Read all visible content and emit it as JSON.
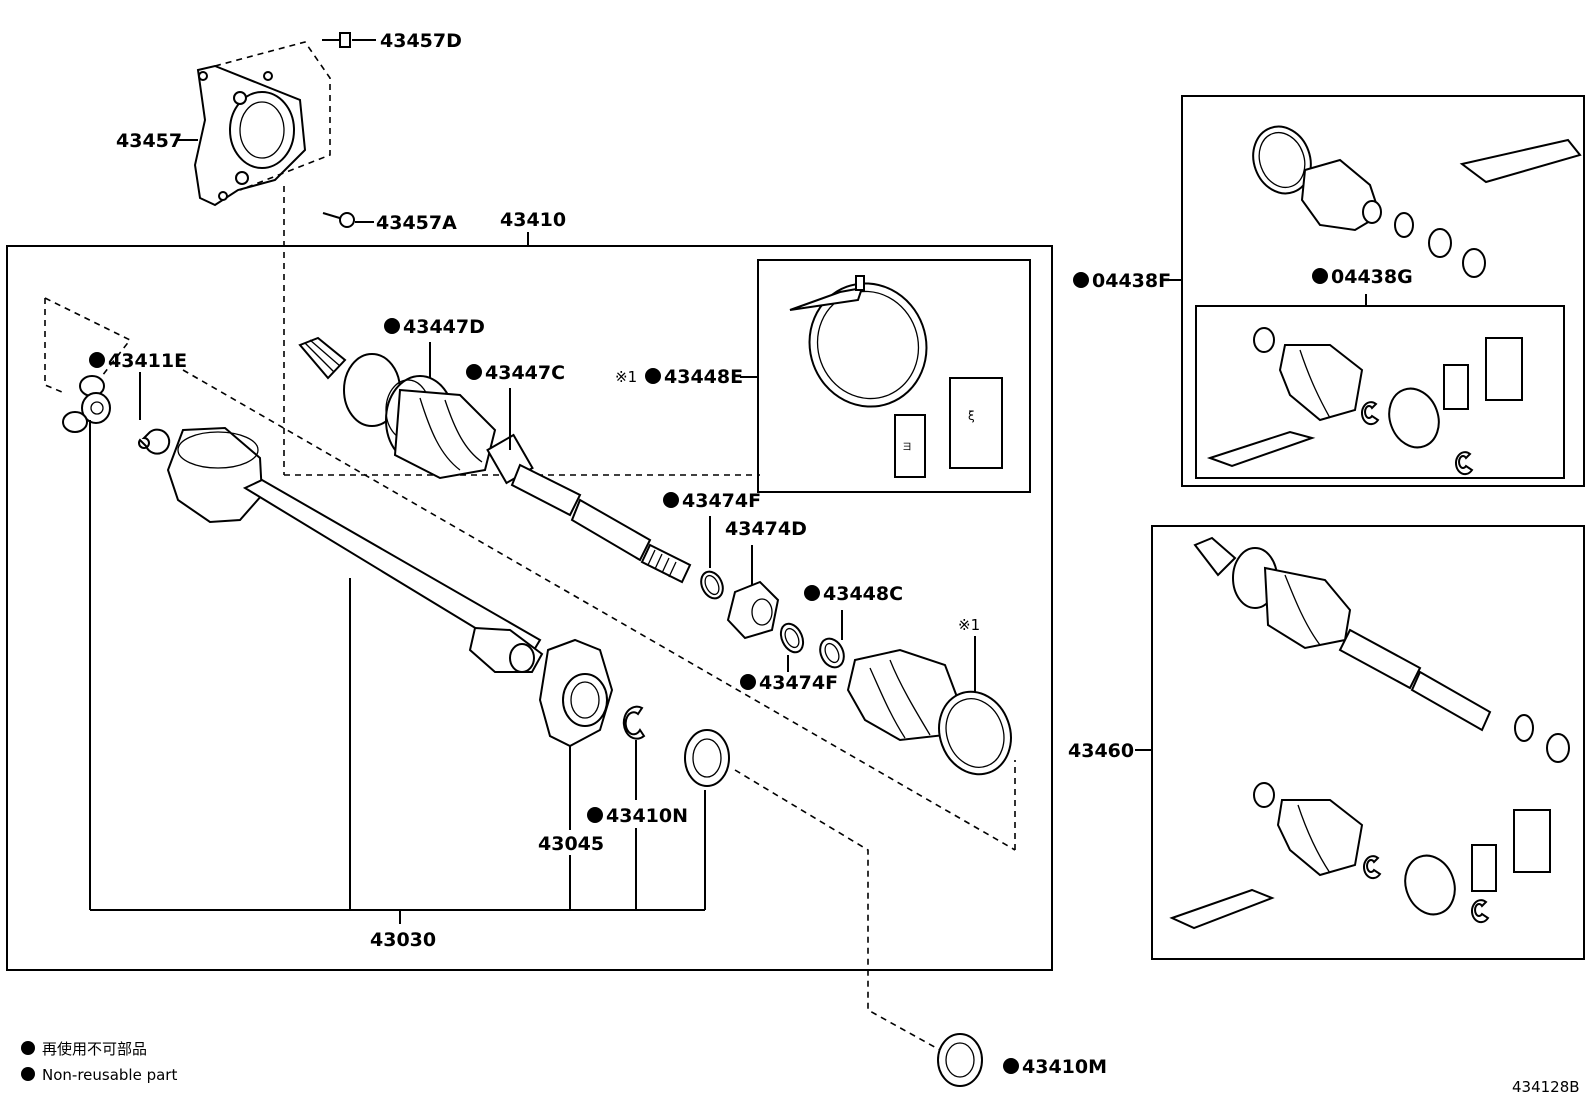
{
  "labels": {
    "p43457D": "43457D",
    "p43457": "43457",
    "p43457A": "43457A",
    "p43410": "43410",
    "p43447D": "43447D",
    "p43447C": "43447C",
    "p43448E": "43448E",
    "p43448E_note": "※1",
    "p43411E": "43411E",
    "p43474F_top": "43474F",
    "p43474D": "43474D",
    "p43448C": "43448C",
    "p43474F_bot": "43474F",
    "note1": "※1",
    "p43410N": "43410N",
    "p43045": "43045",
    "p43030": "43030",
    "p43410M": "43410M",
    "p04438F": "04438F",
    "p04438G": "04438G",
    "p43460": "43460"
  },
  "legend": {
    "jp": "再使用不可部品",
    "en": "Non-reusable part"
  },
  "diagram_id": "434128B"
}
